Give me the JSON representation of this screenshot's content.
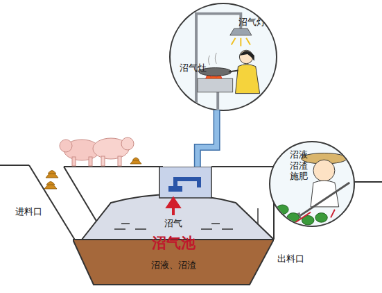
{
  "diagram": {
    "nodes": [
      {
        "text": [
          "沼气灯",
          "沼气灶"
        ]
      },
      {
        "text": [
          "沼气",
          "沼气池",
          "沼液、沼渣"
        ]
      },
      {
        "text": [
          "沼液 沼渣 施肥"
        ]
      }
    ],
    "edges": [
      {
        "from": 1,
        "to": 0,
        "arrow": "none"
      }
    ],
    "labels": [
      "进料口",
      "出料口"
    ]
  }
}
